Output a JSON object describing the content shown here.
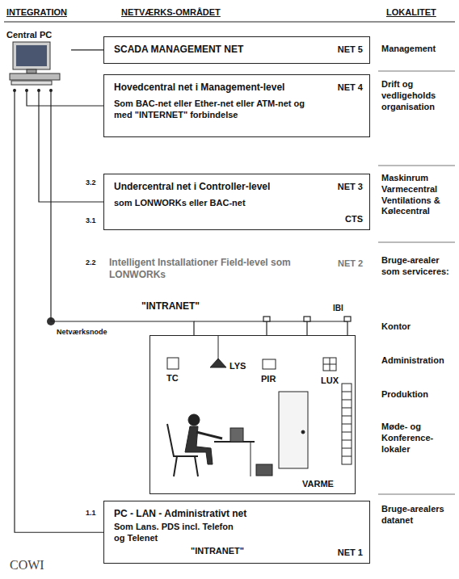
{
  "diagram": {
    "nodes": [
      {
        "text": [
          "Central PC"
        ]
      },
      {
        "text": [
          "SCADA MANAGEMENT NET",
          "NET 5"
        ]
      },
      {
        "text": [
          "Hovedcentral net i Management-level",
          "Som BAC-net eller Ether-net eller ATM-net og med \"INTERNET\" forbindelse",
          "NET 4"
        ]
      },
      {
        "text": [
          "Undercentral net i Controller-level",
          "som LONWORKs eller BAC-net",
          "NET 3",
          "CTS"
        ]
      },
      {
        "text": [
          "TC",
          "LYS",
          "PIR",
          "LUX",
          "VARME"
        ]
      },
      {
        "text": [
          "PC - LAN - Administrativt net",
          "Som Lans. PDS incl. Telefon og Telenet",
          "\"INTRANET\"",
          "NET 1"
        ]
      }
    ],
    "edges": [
      {
        "from": 0,
        "to": 1,
        "arrow": "none"
      },
      {
        "from": 0,
        "to": 2,
        "arrow": "none"
      },
      {
        "from": 0,
        "to": 3,
        "arrow": "none"
      },
      {
        "from": 0,
        "to": 4,
        "arrow": "none"
      },
      {
        "from": 0,
        "to": 5,
        "arrow": "none"
      }
    ],
    "labels": [
      "INTEGRATION",
      "NETVÆRKS-OMRÅDET",
      "LOKALITET",
      "Management",
      "Drift og vedligeholds organisation",
      "3.2",
      "3.1",
      "Maskinrum Varmecentral Ventilations & Kølecentral",
      "2.2",
      "Intelligent Installationer Field-level som LONWORKs",
      "NET 2",
      "Bruge-arealer som serviceres:",
      "\"INTRANET\"",
      "IBI",
      "Netværksnode",
      "Kontor",
      "Administration",
      "Produktion",
      "Møde- og Konference-lokaler",
      "1.1",
      "Bruge-arealers datanet",
      "COWI"
    ]
  }
}
